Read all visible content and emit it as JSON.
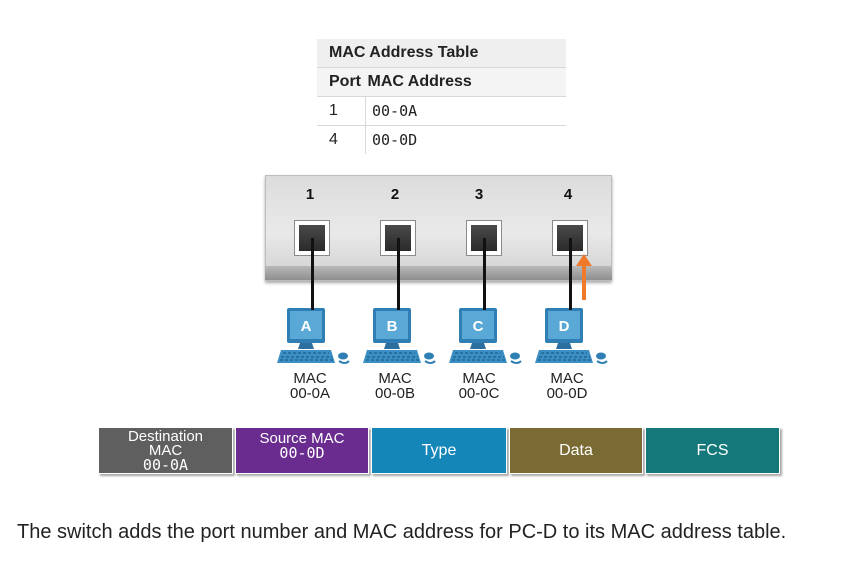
{
  "mac_table": {
    "title": "MAC Address Table",
    "headers": [
      "Port",
      "MAC Address"
    ],
    "rows": [
      {
        "port": "1",
        "mac": "00-0A"
      },
      {
        "port": "4",
        "mac": "00-0D"
      }
    ]
  },
  "switch": {
    "ports": [
      "1",
      "2",
      "3",
      "4"
    ]
  },
  "pcs": [
    {
      "letter": "A",
      "mac_label": "MAC",
      "mac": "00-0A"
    },
    {
      "letter": "B",
      "mac_label": "MAC",
      "mac": "00-0B"
    },
    {
      "letter": "C",
      "mac_label": "MAC",
      "mac": "00-0C"
    },
    {
      "letter": "D",
      "mac_label": "MAC",
      "mac": "00-0D"
    }
  ],
  "frame": {
    "dest_title": "Destination",
    "dest_mac_label": "MAC",
    "dest_mac": "00-0A",
    "source_title": "Source MAC",
    "source_mac": "00-0D",
    "type": "Type",
    "data": "Data",
    "fcs": "FCS",
    "colors": {
      "dest": "#5f5f5f",
      "source": "#6a2c8e",
      "type": "#1586b8",
      "data": "#7a6a33",
      "fcs": "#14787b"
    }
  },
  "colors": {
    "pc_blue": "#3b8fc4",
    "arrow": "#f07a28"
  },
  "caption": "The switch adds the port number and MAC address for PC-D to its MAC address table."
}
